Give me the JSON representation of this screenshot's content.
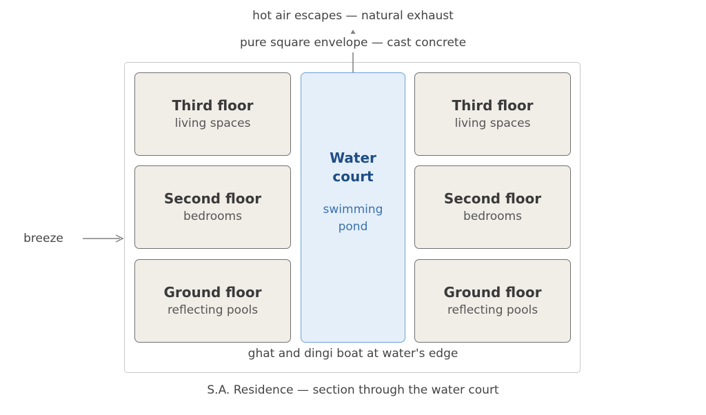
{
  "top_note": "hot air escapes — natural exhaust",
  "envelope_label": "pure square envelope — cast concrete",
  "breeze_label": "breeze",
  "ground_note": "ghat and dingi boat at water's edge",
  "caption": "S.A. Residence — section through the water court",
  "water_court": {
    "title_line1": "Water",
    "title_line2": "court",
    "sub_line1": "swimming",
    "sub_line2": "pond"
  },
  "left_floors": [
    {
      "title": "Third floor",
      "subtitle": "living spaces"
    },
    {
      "title": "Second floor",
      "subtitle": "bedrooms"
    },
    {
      "title": "Ground floor",
      "subtitle": "reflecting pools"
    }
  ],
  "right_floors": [
    {
      "title": "Third floor",
      "subtitle": "living spaces"
    },
    {
      "title": "Second floor",
      "subtitle": "bedrooms"
    },
    {
      "title": "Ground floor",
      "subtitle": "reflecting pools"
    }
  ],
  "colors": {
    "floor_fill": "#f1eee8",
    "water_fill": "#e5eff9",
    "water_text": "#1f4e84",
    "arrow": "#808080"
  }
}
